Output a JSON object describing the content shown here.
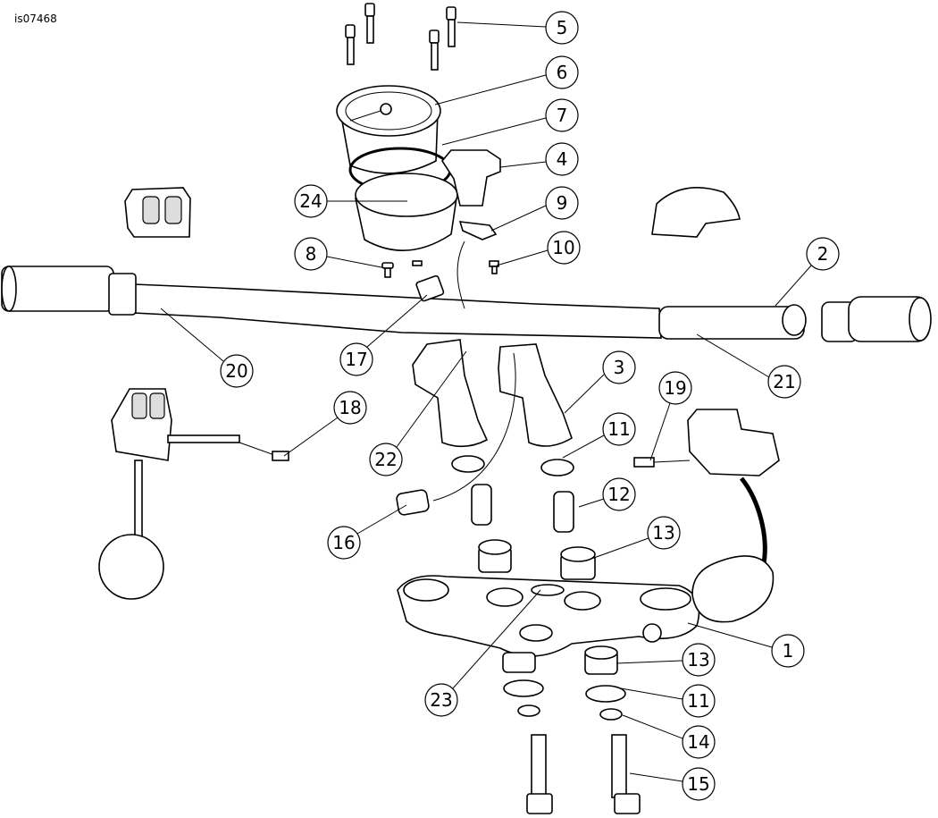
{
  "figure_id": "is07468",
  "callouts": {
    "c1": "1",
    "c2": "2",
    "c3": "3",
    "c4": "4",
    "c5": "5",
    "c6": "6",
    "c7": "7",
    "c8": "8",
    "c9": "9",
    "c10": "10",
    "c11a": "11",
    "c11b": "11",
    "c12": "12",
    "c13a": "13",
    "c13b": "13",
    "c14": "14",
    "c15": "15",
    "c16": "16",
    "c17": "17",
    "c18": "18",
    "c19": "19",
    "c20": "20",
    "c21": "21",
    "c22": "22",
    "c23": "23",
    "c24": "24"
  }
}
